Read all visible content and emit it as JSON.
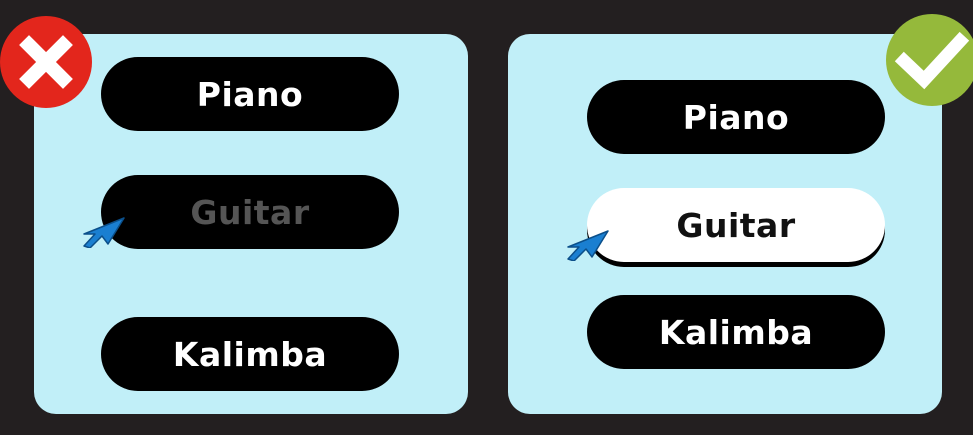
{
  "left_panel": {
    "status": "incorrect",
    "status_icon": "cross-icon",
    "status_color": "#e3261c",
    "options": [
      {
        "label": "Piano",
        "state": "normal"
      },
      {
        "label": "Guitar",
        "state": "disabled-hover"
      },
      {
        "label": "Kalimba",
        "state": "normal"
      }
    ]
  },
  "right_panel": {
    "status": "correct",
    "status_icon": "check-icon",
    "status_color": "#95b93b",
    "options": [
      {
        "label": "Piano",
        "state": "normal"
      },
      {
        "label": "Guitar",
        "state": "selected-hover"
      },
      {
        "label": "Kalimba",
        "state": "normal"
      }
    ]
  },
  "colors": {
    "background": "#231f20",
    "panel": "#c1eff8",
    "button": "#000000",
    "button_selected": "#ffffff",
    "cursor": "#1a7fd1"
  },
  "cursor_icon": "pointer-arrow-icon"
}
